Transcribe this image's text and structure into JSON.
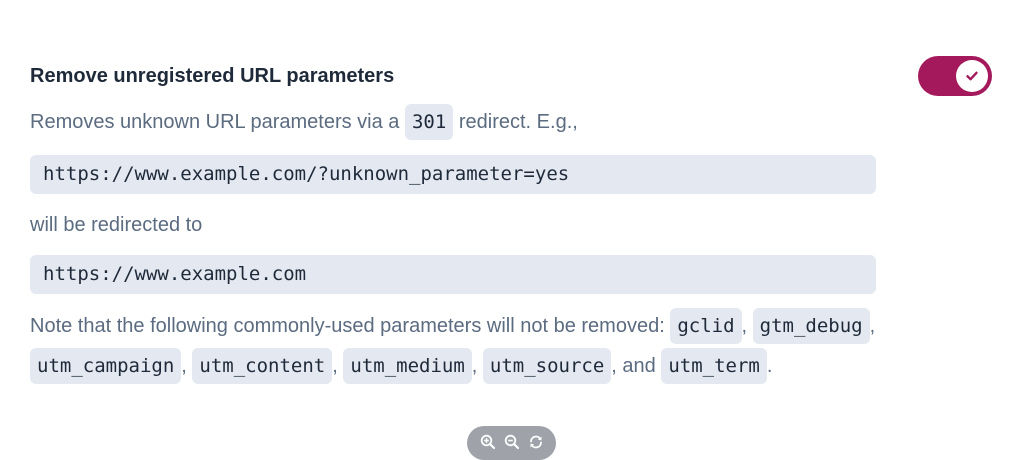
{
  "setting": {
    "title": "Remove unregistered URL parameters",
    "desc_before": "Removes unknown URL parameters via a ",
    "desc_code": "301",
    "desc_after": " redirect. E.g.,",
    "example_from": "https://www.example.com/?unknown_parameter=yes",
    "middle_text": "will be redirected to",
    "example_to": "https://www.example.com",
    "note_intro": "Note that the following commonly-used parameters will not be removed: ",
    "params": [
      "gclid",
      "gtm_debug",
      "utm_campaign",
      "utm_content",
      "utm_medium",
      "utm_source",
      "utm_term"
    ],
    "sep": ", ",
    "and_text": ", and ",
    "end_text": "."
  },
  "toggle": {
    "state": "on",
    "icon": "check-icon"
  },
  "zoom_controls": {
    "icons": [
      "zoom-in-icon",
      "zoom-out-icon",
      "reset-icon"
    ]
  },
  "colors": {
    "accent": "#a3195b",
    "code_bg": "#e4e9f1",
    "title": "#1e2939",
    "body": "#5b6b80",
    "zoombar_bg": "#9fa3a9"
  }
}
